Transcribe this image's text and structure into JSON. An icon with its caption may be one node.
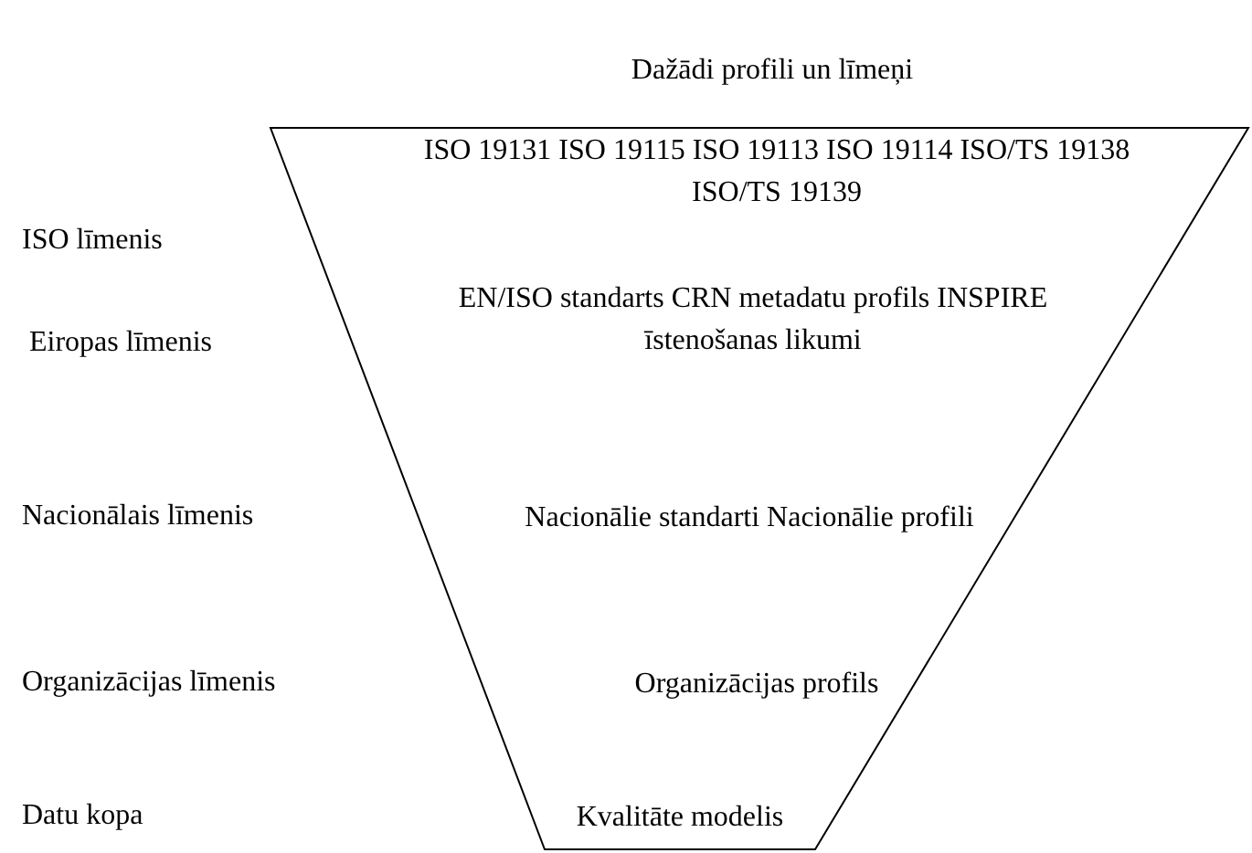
{
  "diagram": {
    "title": "Dažādi profili un līmeņi",
    "nodes": [
      {
        "text": [
          "ISO 19131 ISO 19115 ISO 19113 ISO 19114 ISO/TS 19138 ISO/TS 19139",
          "EN/ISO standarts CRN metadatu profils INSPIRE īstenošanas likumi",
          "Nacionālie standarti Nacionālie profili",
          "Organizācijas profils",
          "Kvalitāte modelis"
        ]
      }
    ],
    "labels": [
      "ISO līmenis",
      "Eiropas līmenis",
      "Nacionālais līmenis",
      "Organizācijas līmenis",
      "Datu kopa"
    ]
  }
}
